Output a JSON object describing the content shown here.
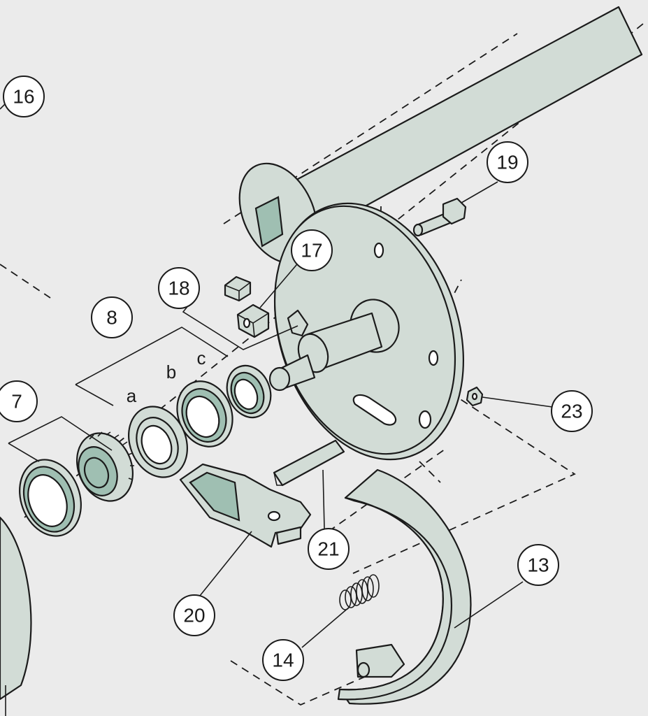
{
  "callouts": {
    "c16": "16",
    "c19": "19",
    "c17": "17",
    "c18": "18",
    "c8": "8",
    "c7": "7",
    "c23": "23",
    "c21": "21",
    "c13": "13",
    "c20": "20",
    "c14": "14"
  },
  "sublabels": {
    "a": "a",
    "b": "b",
    "c": "c"
  },
  "colors": {
    "background": "#ebebeb",
    "part_fill": "#d2dcd6",
    "part_inner": "#9fbfb2",
    "line": "#1b1b1b"
  }
}
